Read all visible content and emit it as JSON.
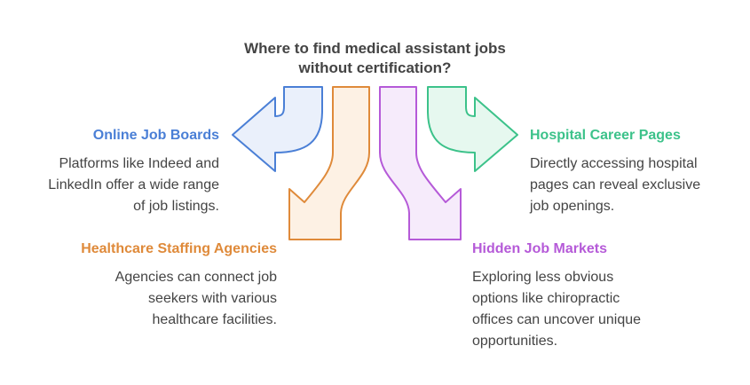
{
  "title": {
    "lines": [
      "Where to find medical assistant jobs",
      "without certification?"
    ]
  },
  "colors": {
    "blue": "#4a7fd6",
    "orange": "#df8a3a",
    "purple": "#b55ad8",
    "green": "#3cc28a"
  },
  "items": {
    "online_job_boards": {
      "title": "Online Job Boards",
      "lines": [
        "Platforms like Indeed and",
        "LinkedIn offer a wide range",
        "of job listings."
      ]
    },
    "staffing_agencies": {
      "title": "Healthcare Staffing Agencies",
      "lines": [
        "Agencies can connect job",
        "seekers with various",
        "healthcare facilities."
      ]
    },
    "hidden_job_markets": {
      "title": "Hidden Job Markets",
      "lines": [
        "Exploring less obvious",
        "options like chiropractic",
        "offices can uncover unique",
        "opportunities."
      ]
    },
    "hospital_career_pages": {
      "title": "Hospital Career Pages",
      "lines": [
        "Directly accessing hospital",
        "pages can reveal exclusive",
        "job openings."
      ]
    }
  }
}
